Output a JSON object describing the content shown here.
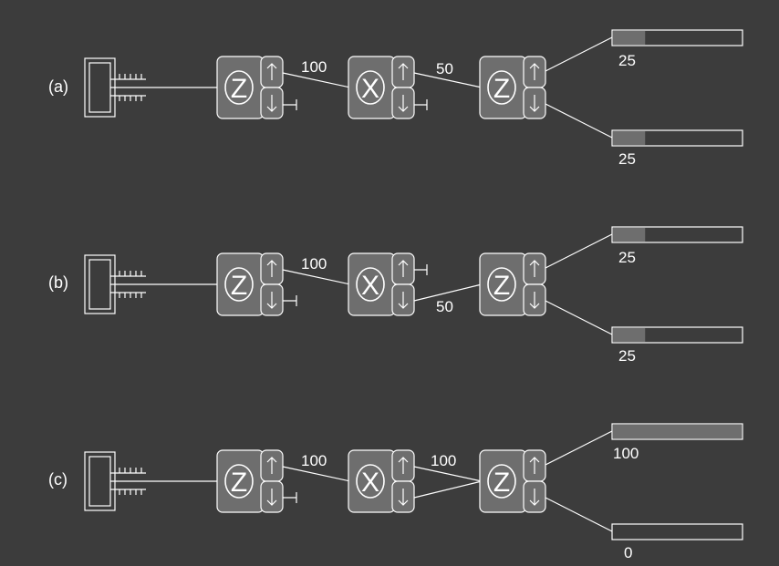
{
  "rows": [
    {
      "label": "(a)",
      "node1": "Z",
      "node2": "X",
      "node3": "Z",
      "edge1": "100",
      "edge2": "50",
      "out_top": {
        "label": "25",
        "fraction": 0.25
      },
      "out_bottom": {
        "label": "25",
        "fraction": 0.25
      }
    },
    {
      "label": "(b)",
      "node1": "Z",
      "node2": "X",
      "node3": "Z",
      "edge1": "100",
      "edge2": "50",
      "out_top": {
        "label": "25",
        "fraction": 0.25
      },
      "out_bottom": {
        "label": "25",
        "fraction": 0.25
      }
    },
    {
      "label": "(c)",
      "node1": "Z",
      "node2": "X",
      "node3": "Z",
      "edge1": "100",
      "edge2": "100",
      "out_top": {
        "label": "100",
        "fraction": 1.0
      },
      "out_bottom": {
        "label": "0",
        "fraction": 0.0
      }
    }
  ],
  "colors": {
    "background": "#3c3c3c",
    "node_fill": "#6e6e6e",
    "stroke": "#ffffff"
  }
}
